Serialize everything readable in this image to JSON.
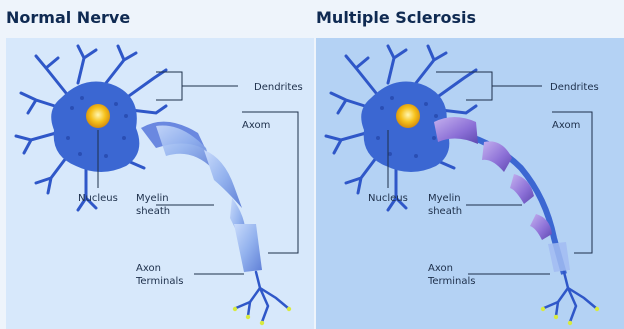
{
  "titles": {
    "normal": "Normal Nerve",
    "ms": "Multiple Sclerosis"
  },
  "labels": {
    "dendrites": "Dendrites",
    "axon": "Axom",
    "nucleus": "Nucleus",
    "myelin_line1": "Myelin",
    "myelin_line2": "sheath",
    "terminals_line1": "Axon",
    "terminals_line2": "Terminals"
  },
  "colors": {
    "panel_normal": "#d7e8fb",
    "panel_ms": "#b4d2f4",
    "neuron": "#2f57c8",
    "myelin": "#9ab7ef",
    "nucleus": "#f6c11b",
    "title": "#0f2a52"
  }
}
